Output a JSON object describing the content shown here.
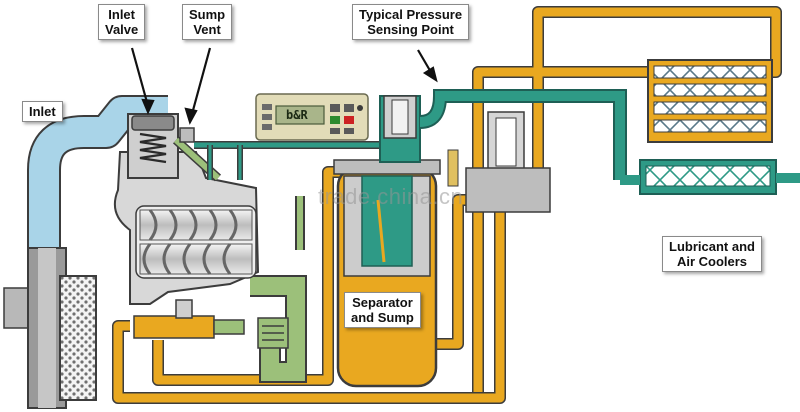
{
  "labels": {
    "inlet_valve": "Inlet\nValve",
    "sump_vent": "Sump\nVent",
    "pressure_point": "Typical Pressure\nSensing Point",
    "inlet": "Inlet",
    "coolers": "Lubricant and\nAir Coolers",
    "separator": "Separator\nand Sump"
  },
  "controller": {
    "display": "b&R"
  },
  "watermark": "trade.china.cn",
  "colors": {
    "air": "#a9d4e8",
    "oil": "#e9a820",
    "oil_dark": "#c98a10",
    "discharge": "#2e9a86",
    "oil_air": "#9cc07a",
    "grey": "#d8d8d8",
    "outline": "#3c3c3c"
  }
}
